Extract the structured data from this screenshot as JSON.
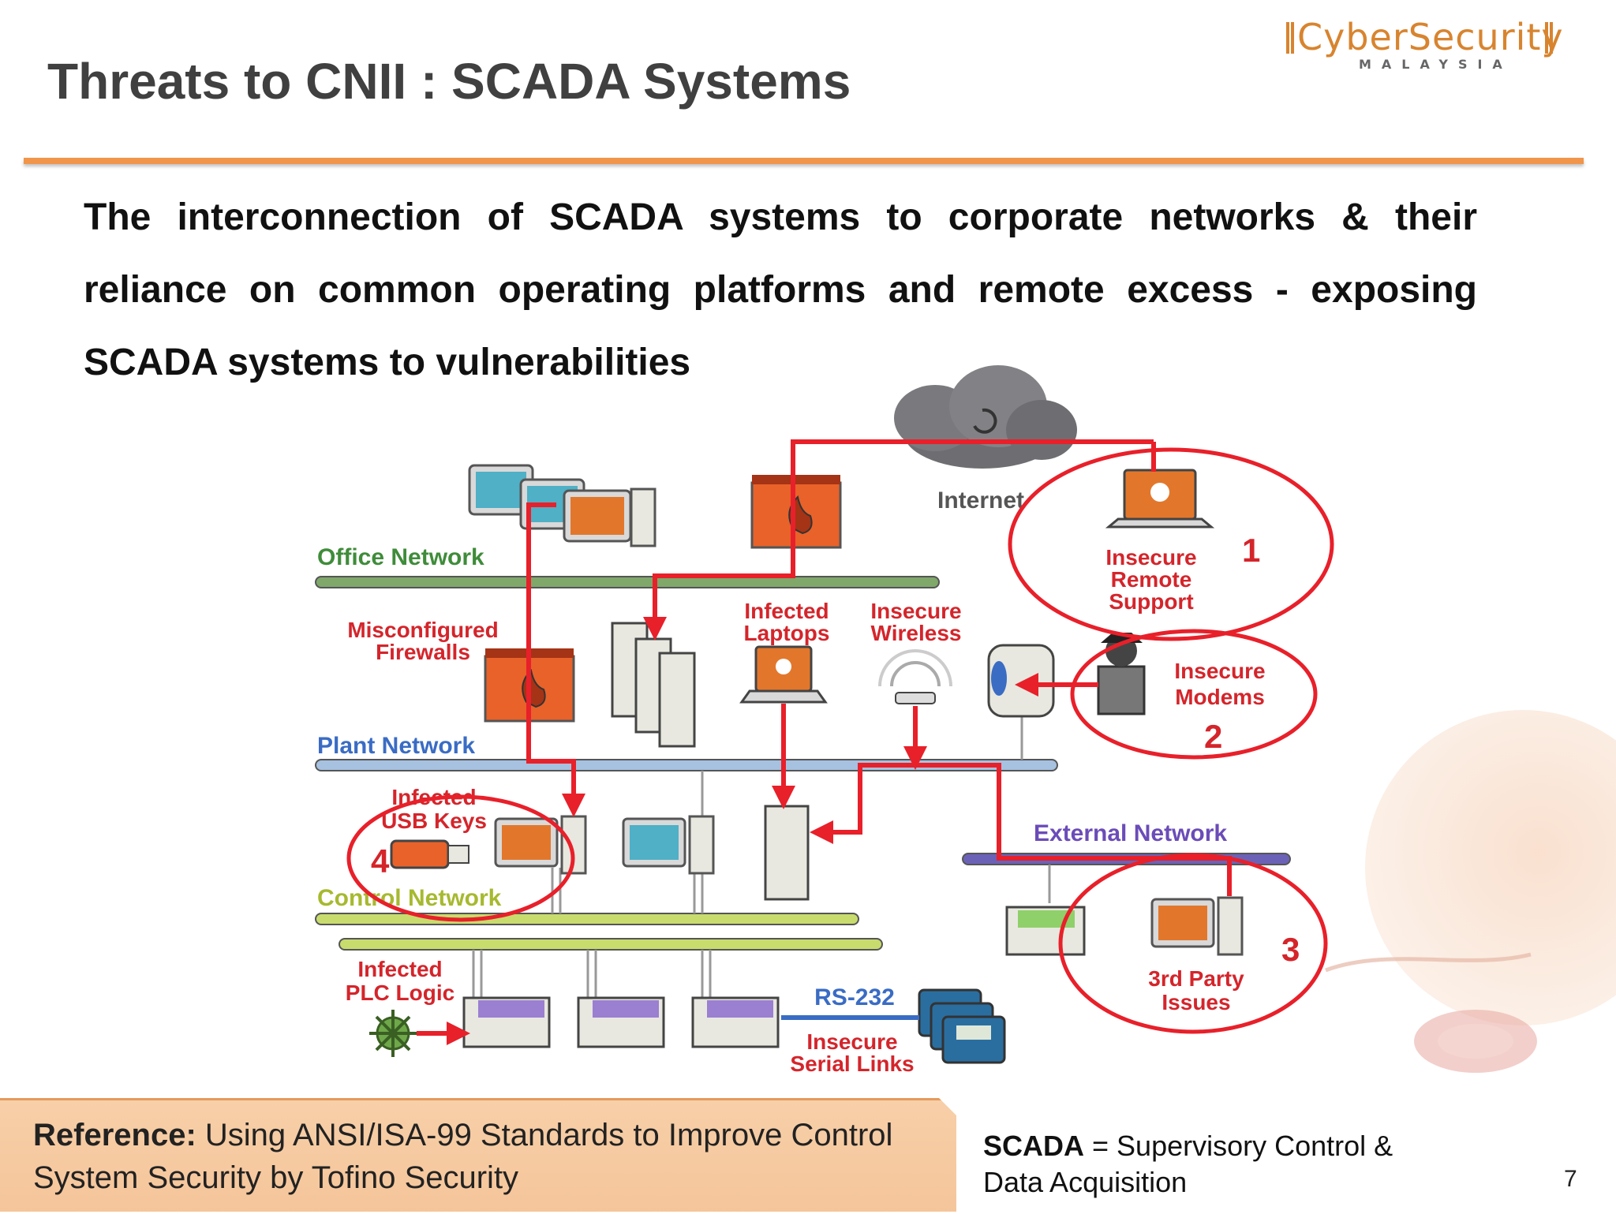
{
  "logo": {
    "brand": "CyberSecurity",
    "country": "MALAYSIA"
  },
  "title": "Threats to CNII : SCADA Systems",
  "intro": "The interconnection of SCADA systems to corporate networks & their reliance on common operating platforms and remote excess - exposing SCADA systems to vulnerabilities",
  "diagram": {
    "internet": "Internet",
    "networks": {
      "office": "Office Network",
      "plant": "Plant Network",
      "control": "Control Network",
      "external": "External Network"
    },
    "labels": {
      "misconfigured_firewalls": [
        "Misconfigured",
        "Firewalls"
      ],
      "infected_laptops": [
        "Infected",
        "Laptops"
      ],
      "insecure_wireless": [
        "Insecure",
        "Wireless"
      ],
      "insecure_remote_support": [
        "Insecure",
        "Remote",
        "Support"
      ],
      "insecure_modems": [
        "Insecure",
        "Modems"
      ],
      "infected_usb_keys": [
        "Infected",
        "USB Keys"
      ],
      "infected_plc_logic": [
        "Infected",
        "PLC Logic"
      ],
      "rs232": "RS-232",
      "insecure_serial_links": [
        "Insecure",
        "Serial Links"
      ],
      "third_party_issues": [
        "3rd Party",
        "Issues"
      ]
    },
    "callouts": [
      "1",
      "2",
      "3",
      "4"
    ],
    "colors": {
      "office_bus": "#7fa86a",
      "plant_bus": "#a7c1e0",
      "control_bus": "#c8dc6e",
      "external_bus": "#6b62b8",
      "threat_line": "#e8202a",
      "office_label": "#3f8c3a",
      "plant_label": "#3a6cc4",
      "control_label": "#a7b92f",
      "external_label": "#6b4cb8",
      "threat_label": "#d4252b"
    }
  },
  "reference": {
    "label": "Reference:",
    "text": " Using ANSI/ISA-99 Standards to Improve Control System Security by Tofino Security"
  },
  "scada_definition": {
    "term": "SCADA",
    "definition": " = Supervisory Control & Data Acquisition"
  },
  "page_number": "7"
}
